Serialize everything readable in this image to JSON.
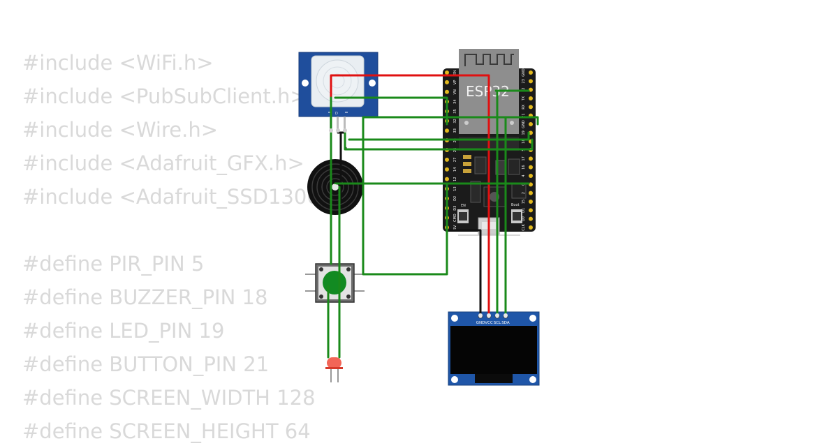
{
  "code": {
    "lines": [
      "#include <WiFi.h>",
      "#include <PubSubClient.h>",
      "#include <Wire.h>",
      "#include <Adafruit_GFX.h>",
      "#include <Adafruit_SSD1306.h>",
      "",
      "#define PIR_PIN 5",
      "#define BUZZER_PIN 18",
      "#define LED_PIN 19",
      "#define BUTTON_PIN 21",
      "#define SCREEN_WIDTH 128",
      "#define SCREEN_HEIGHT 64"
    ]
  },
  "esp32": {
    "label": "ESP32",
    "left_pins": [
      "EN",
      "VP",
      "VN",
      "34",
      "35",
      "32",
      "33",
      "25",
      "26",
      "27",
      "14",
      "12",
      "13",
      "D2",
      "D3",
      "CMD",
      "5V"
    ],
    "right_pins": [
      "GND",
      "23",
      "22",
      "TX",
      "RX",
      "21",
      "GND",
      "19",
      "18",
      "5",
      "17",
      "16",
      "4",
      "0",
      "2",
      "15",
      "D1",
      "D0",
      "CLK"
    ],
    "en_label": "EN",
    "boot_label": "Boot"
  },
  "pir": {
    "pin_label": "D"
  },
  "oled": {
    "pins": [
      "GND",
      "VCC",
      "SCL",
      "SDA"
    ]
  },
  "colors": {
    "wire_green": "#1a8a1a",
    "wire_red": "#e01010",
    "wire_black": "#111111",
    "board_dark": "#1b1b1b",
    "pcb_blue": "#1f4e9c",
    "code_gray": "#d9d9d9"
  }
}
